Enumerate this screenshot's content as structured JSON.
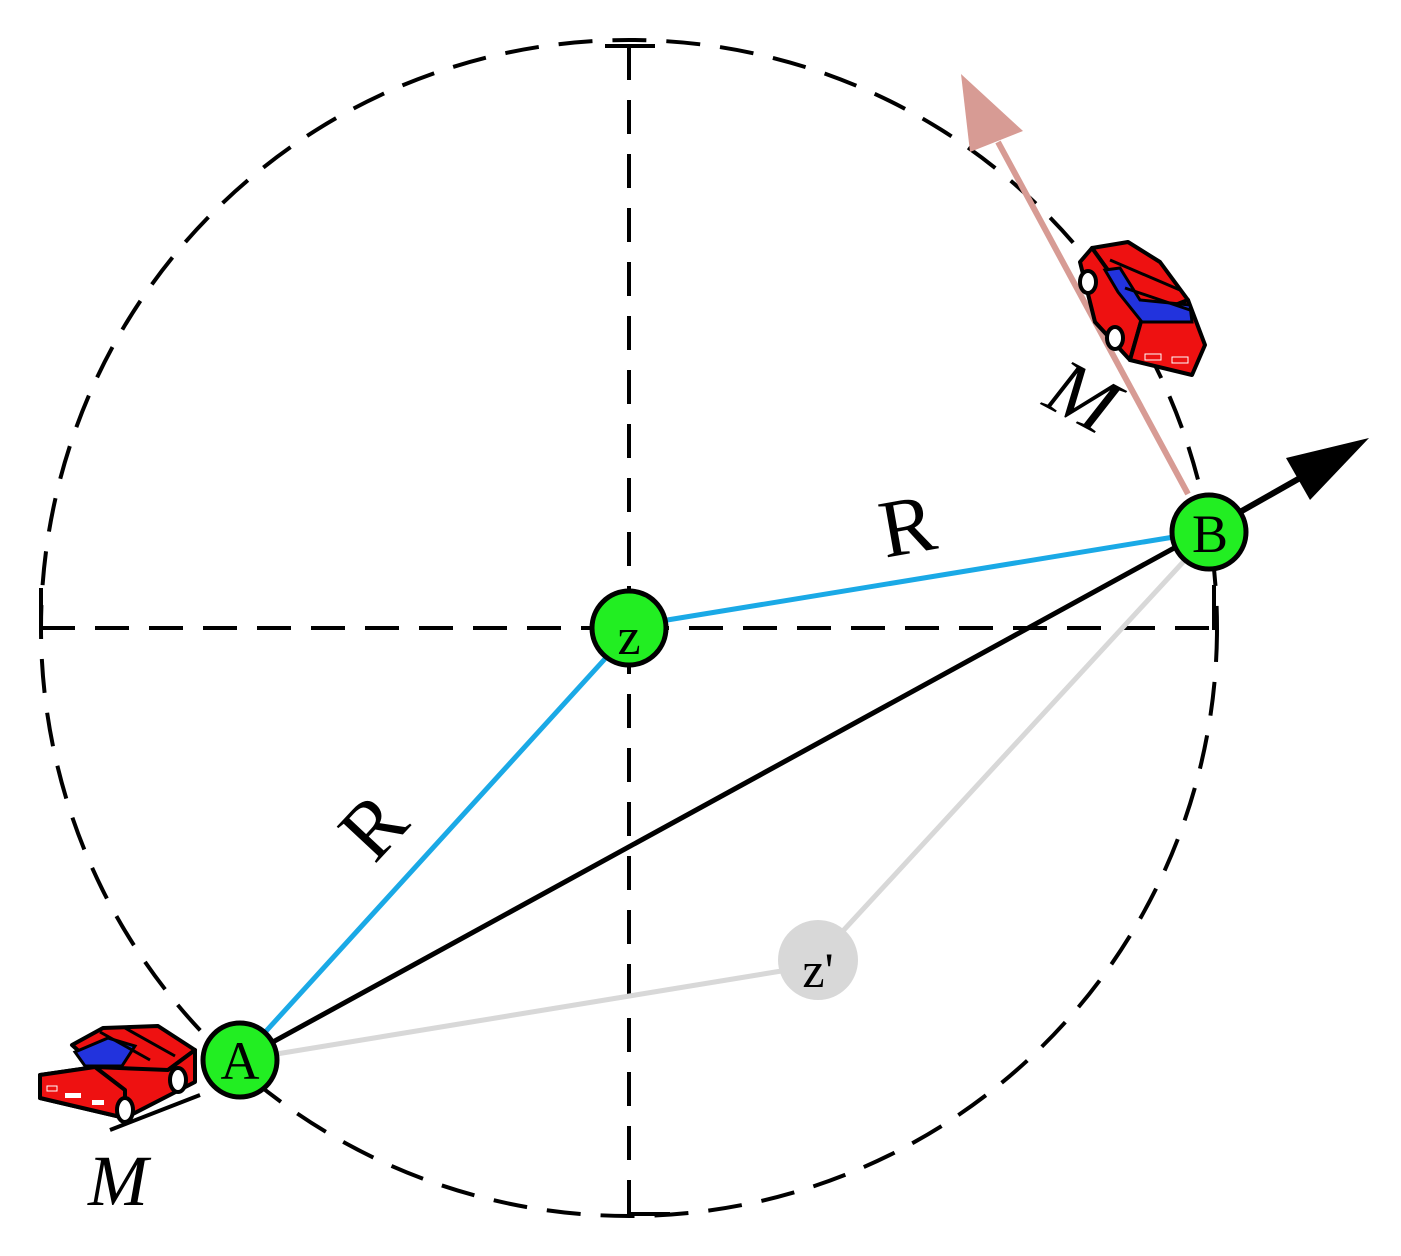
{
  "nodes": {
    "center": "z",
    "point_a": "A",
    "point_b": "B",
    "alt_center": "z'"
  },
  "labels": {
    "radius_upper": "R",
    "radius_lower": "R",
    "mass_a": "M",
    "mass_b": "M"
  },
  "colors": {
    "node_fill": "#22ee22",
    "radius_line": "#1aa9e6",
    "chord_line": "#000000",
    "alt_path": "#d8d8d8",
    "alt_node": "#d8d8d8",
    "velocity_arrow": "#d79b94",
    "car_body": "#ee1111",
    "car_window": "#2233dd"
  },
  "icons": {
    "car_a": "car-icon",
    "car_b": "car-icon",
    "arrow_b": "arrow-right-icon",
    "arrow_velocity": "arrow-up-icon"
  }
}
